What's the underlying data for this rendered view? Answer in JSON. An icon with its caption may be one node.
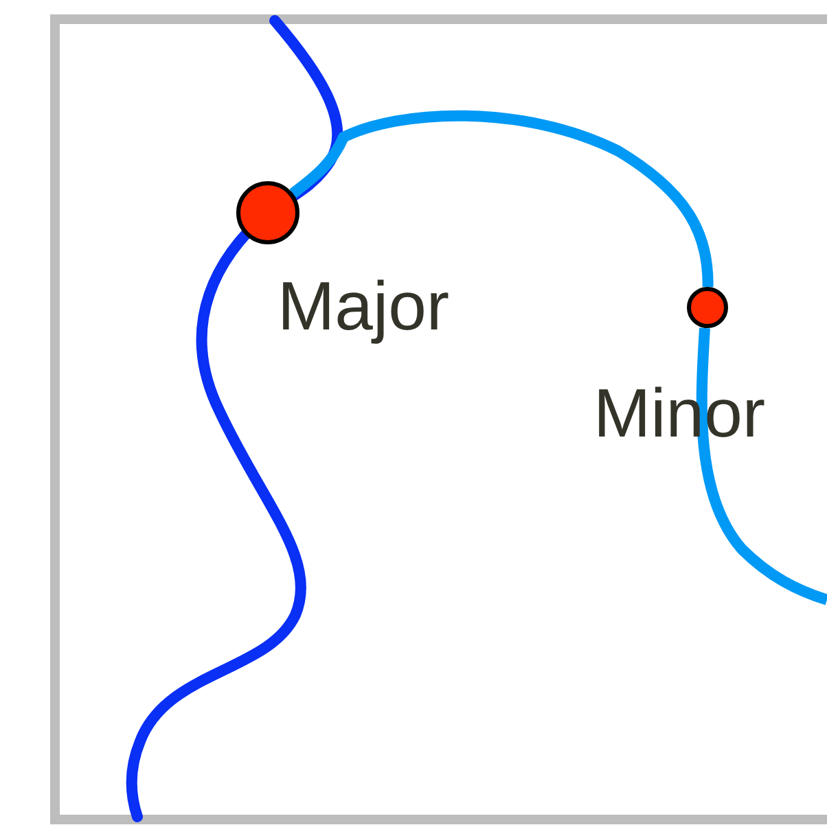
{
  "diagram": {
    "nodes": [
      {
        "text": [],
        "shape": "circle",
        "beside": [
          "Major"
        ]
      },
      {
        "text": [],
        "shape": "circle",
        "beside": [
          "Minor"
        ]
      }
    ],
    "edges": [
      {
        "from": 0,
        "to": 1,
        "arrow": "none"
      }
    ]
  }
}
